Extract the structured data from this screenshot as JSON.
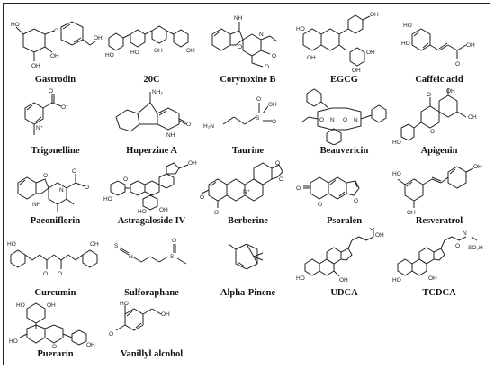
{
  "compounds": [
    {
      "id": "gastrodin",
      "label": "Gastrodin"
    },
    {
      "id": "20c",
      "label": "20C"
    },
    {
      "id": "corynoxine-b",
      "label": "Corynoxine B"
    },
    {
      "id": "egcg",
      "label": "EGCG"
    },
    {
      "id": "caffeic-acid",
      "label": "Caffeic acid"
    },
    {
      "id": "trigonelline",
      "label": "Trigonelline"
    },
    {
      "id": "huperzine-a",
      "label": "Huperzine A"
    },
    {
      "id": "taurine",
      "label": "Taurine"
    },
    {
      "id": "beauvericin",
      "label": "Beauvericin"
    },
    {
      "id": "apigenin",
      "label": "Apigenin"
    },
    {
      "id": "paeoniflorin",
      "label": "Paeoniflorin"
    },
    {
      "id": "astragaloside-iv",
      "label": "Astragaloside IV"
    },
    {
      "id": "berberine",
      "label": "Berberine"
    },
    {
      "id": "psoralen",
      "label": "Psoralen"
    },
    {
      "id": "resveratrol",
      "label": "Resveratrol"
    },
    {
      "id": "curcumin",
      "label": "Curcumin"
    },
    {
      "id": "sulforaphane",
      "label": "Sulforaphane"
    },
    {
      "id": "alpha-pinene",
      "label": "Alpha-Pinene"
    },
    {
      "id": "udca",
      "label": "UDCA"
    },
    {
      "id": "tcdca",
      "label": "TCDCA"
    },
    {
      "id": "puerarin",
      "label": "Puerarin"
    },
    {
      "id": "vanillyl-alcohol",
      "label": "Vanillyl alcohol"
    }
  ],
  "atom_labels": {
    "oh": "OH",
    "ho": "HO",
    "o": "O",
    "n": "N",
    "nh": "NH",
    "h2n": "H₂N",
    "nh2": "NH₂",
    "h": "H",
    "s": "S",
    "o_minus": "O⁻",
    "n_plus": "N⁺",
    "so3h": "SO₃H"
  }
}
